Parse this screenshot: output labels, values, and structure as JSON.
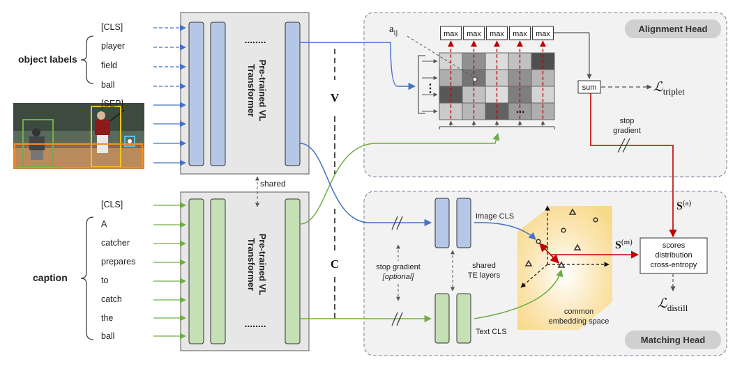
{
  "groups": {
    "object_labels": "object labels",
    "caption": "caption"
  },
  "tokens_top": [
    "[CLS]",
    "player",
    "field",
    "ball",
    "[SEP]"
  ],
  "tokens_bottom": [
    "[CLS]",
    "A",
    "catcher",
    "prepares",
    "to",
    "catch",
    "the",
    "ball"
  ],
  "transformer": {
    "title_line1": "Pre-trained VL",
    "title_line2": "Transformer",
    "dots": "........"
  },
  "shared_label": "shared",
  "v_label": "V",
  "c_label": "C",
  "alignment": {
    "head_title": "Alignment Head",
    "max_labels": [
      "max",
      "max",
      "max",
      "max",
      "max"
    ],
    "a_ij_main": "a",
    "a_ij_sub": "ij",
    "left_dots": "⋮",
    "bottom_dots": "...",
    "sum_label": "sum",
    "loss_main": "ℒ",
    "loss_sub": "triplet",
    "stop_gradient_line1": "stop",
    "stop_gradient_line2": "gradient",
    "grid": [
      [
        0.15,
        0.5,
        0.1,
        0.25,
        0.85
      ],
      [
        0.35,
        0.65,
        0.2,
        0.5,
        0.3
      ],
      [
        0.8,
        0.25,
        0.1,
        0.6,
        0.15
      ],
      [
        0.2,
        0.3,
        0.75,
        0.45,
        0.35
      ]
    ]
  },
  "matching": {
    "head_title": "Matching Head",
    "image_cls": "Image CLS",
    "text_cls": "Text CLS",
    "shared_te_line1": "shared",
    "shared_te_line2": "TE layers",
    "stop_gradient": "stop gradient",
    "optional": "[optional]",
    "common_line1": "common",
    "common_line2": "embedding space",
    "s_a_main": "S",
    "s_a_sup": "(a)",
    "s_m_main": "S",
    "s_m_sup": "(m)",
    "scores_line1": "scores",
    "scores_line2": "distribution",
    "scores_line3": "cross-entropy",
    "loss_main": "ℒ",
    "loss_sub": "distill"
  },
  "colors": {
    "blue": "#4472c4",
    "green": "#70ad47",
    "red": "#c00000",
    "blue_fill": "#b4c7e7",
    "green_fill": "#c5e0b4",
    "box_fill": "#e7e7e7",
    "head_fill": "#f2f2f2",
    "badge_fill": "#d0d0d0"
  }
}
